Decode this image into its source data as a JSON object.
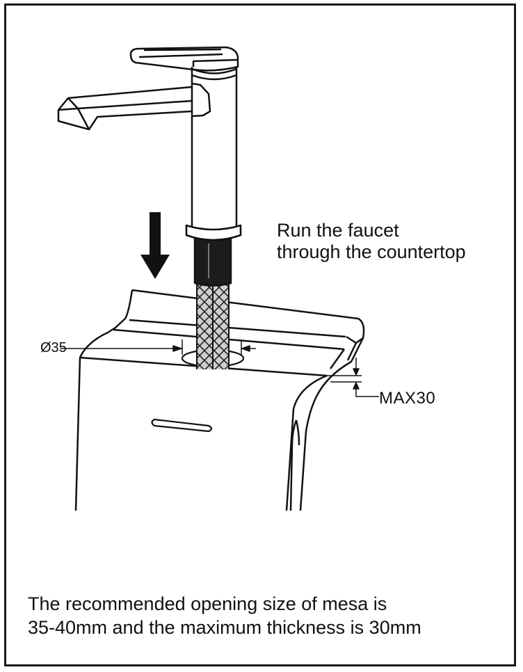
{
  "instruction": {
    "line1": "Run the faucet",
    "line2": "through the countertop"
  },
  "dimensions": {
    "hole_diameter": "Ø35",
    "max_thickness": "MAX30"
  },
  "footnote": {
    "line1": "The recommended opening size of mesa is",
    "line2": "35-40mm and the maximum thickness is 30mm"
  },
  "colors": {
    "ink": "#111111",
    "hose_fill": "#cfcfcf"
  }
}
